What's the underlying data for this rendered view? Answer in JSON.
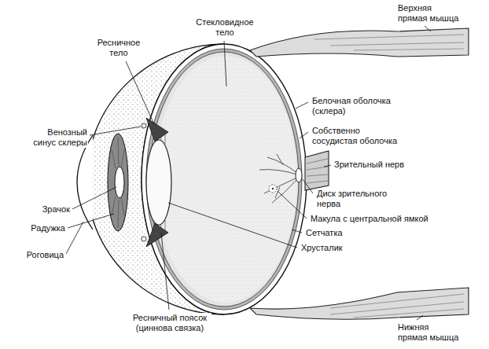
{
  "diagram": {
    "labels": [
      "Стекловидное тело",
      "Верхняя прямая мышца",
      "Ресничное тело",
      "Белочная оболочка (склера)",
      "Венозный синус склеры",
      "Собственно сосудистая оболочка",
      "Зрительный нерв",
      "Диск зрительного нерва",
      "Зрачок",
      "Макула с центральной ямкой",
      "Радужка",
      "Сетчатка",
      "Хрусталик",
      "Роговица",
      "Ресничный поясок (циннова связка)",
      "Нижняя прямая мышца"
    ]
  }
}
